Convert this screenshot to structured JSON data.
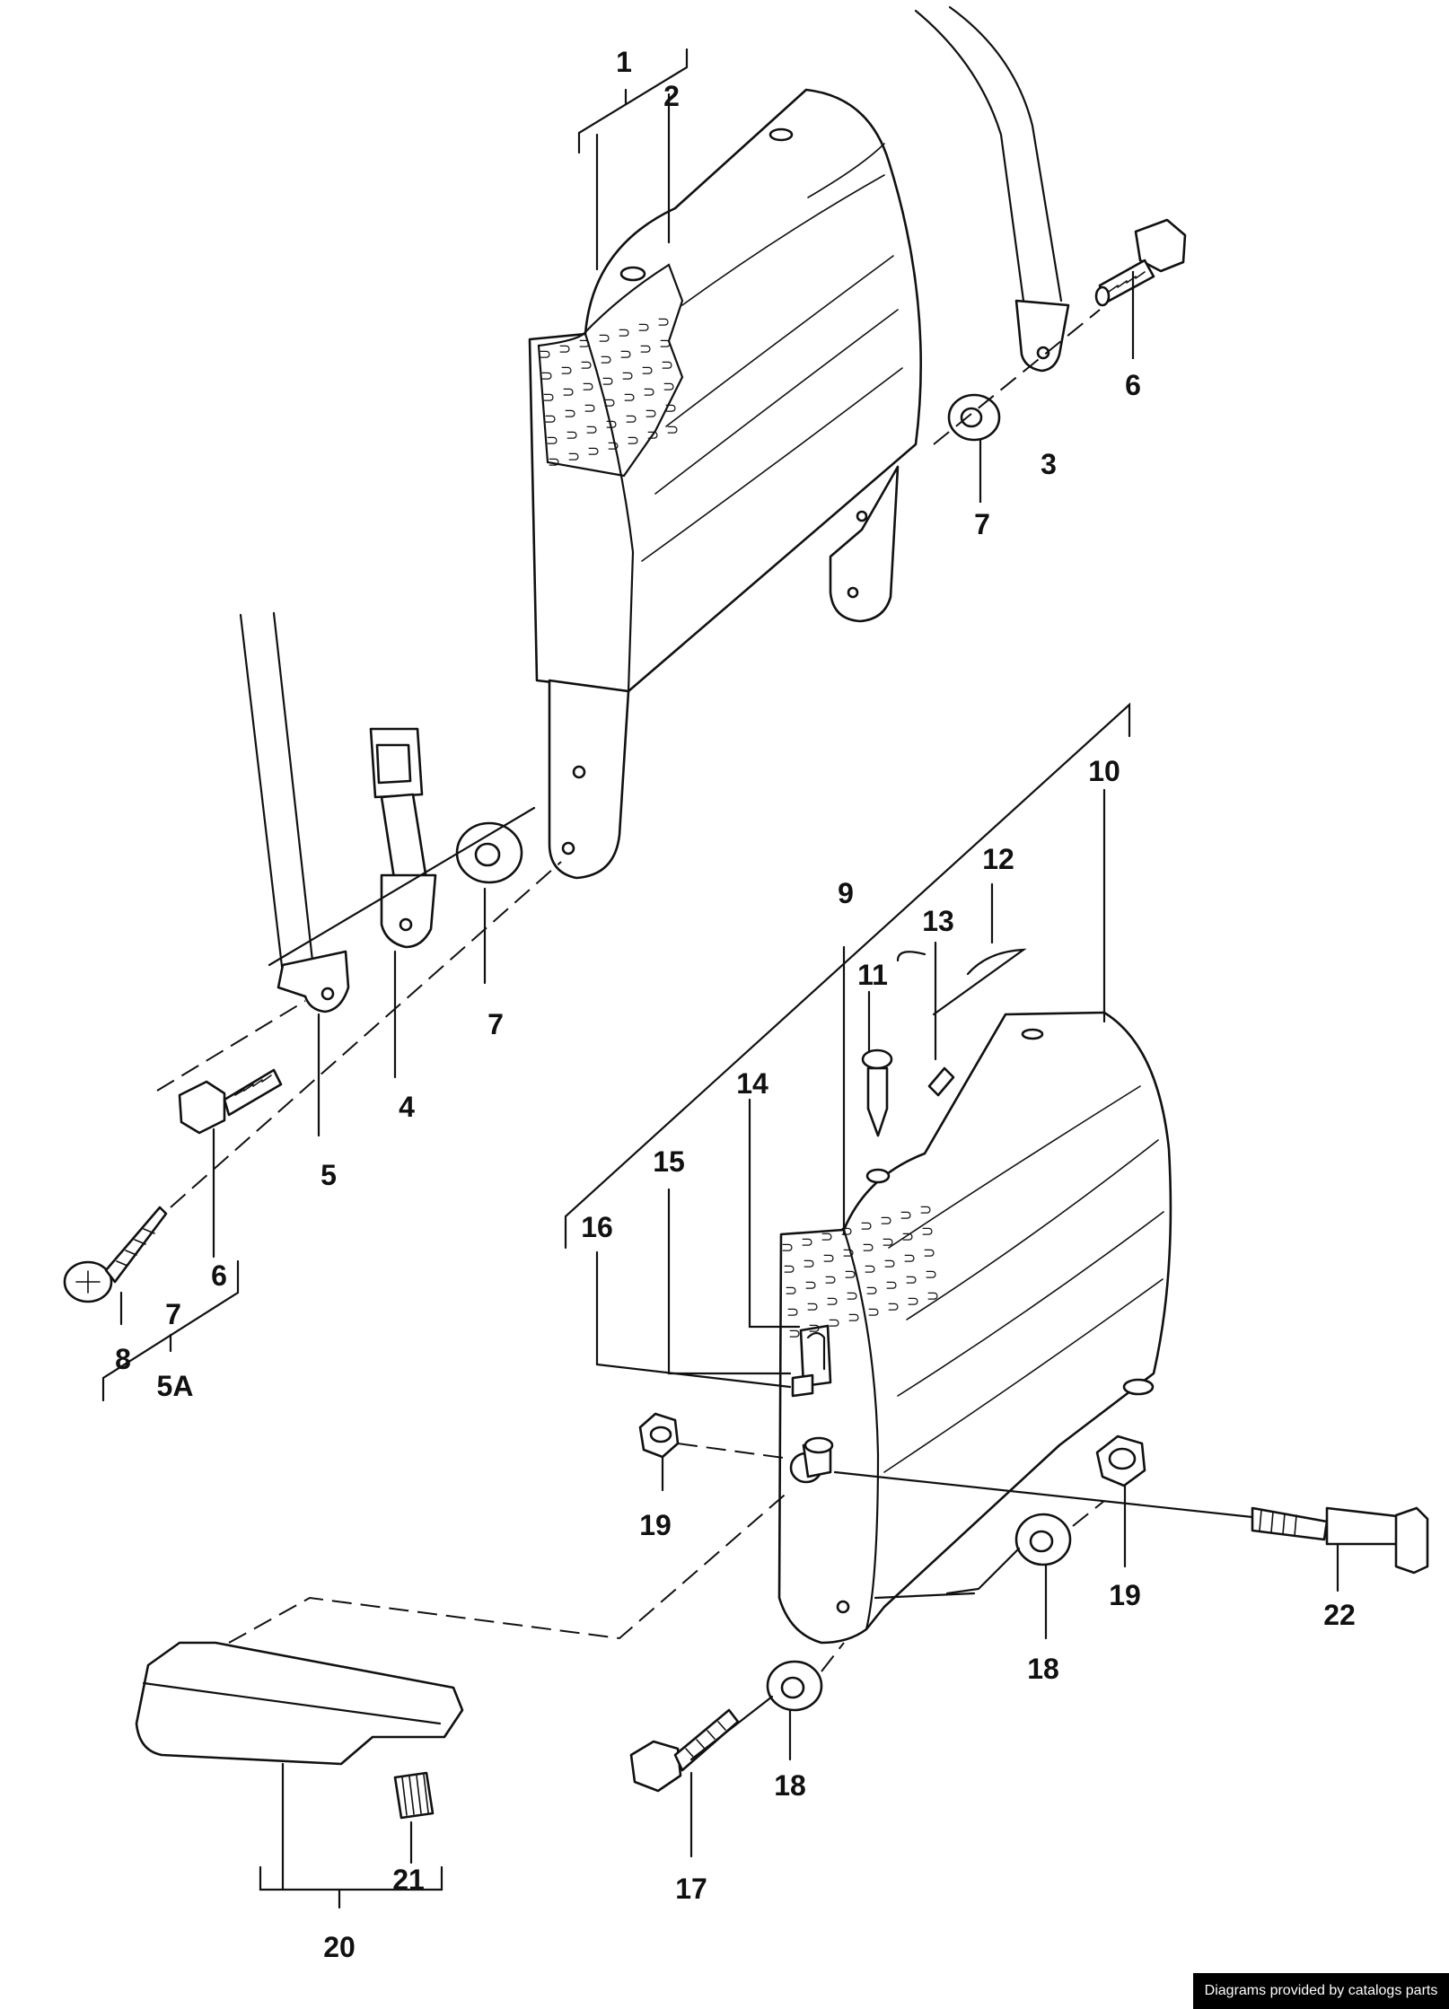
{
  "callouts": {
    "c1": "1",
    "c2": "2",
    "c3": "3",
    "c4": "4",
    "c5": "5",
    "c6a": "6",
    "c6b": "6",
    "c7a": "7",
    "c7b": "7",
    "c7c": "7",
    "c5a": "5A",
    "c8": "8",
    "c9": "9",
    "c10": "10",
    "c11": "11",
    "c12": "12",
    "c13": "13",
    "c14": "14",
    "c15": "15",
    "c16": "16",
    "c17": "17",
    "c18a": "18",
    "c18b": "18",
    "c19a": "19",
    "c19b": "19",
    "c20": "20",
    "c21": "21",
    "c22": "22"
  },
  "credit": "Diagrams provided by catalogs parts",
  "foam_glyph": "⊃",
  "colors": {
    "line": "#111111",
    "background": "#ffffff",
    "credit_bg": "#000000"
  }
}
